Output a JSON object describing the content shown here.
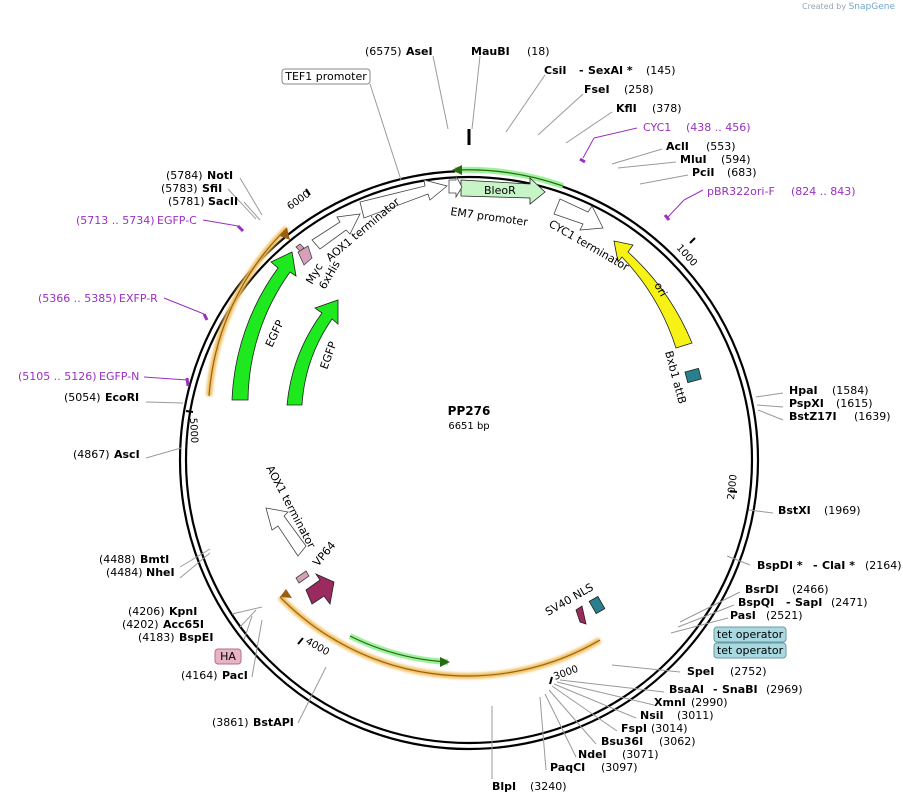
{
  "credit": {
    "prefix": "Created by",
    "brand": "SnapGene"
  },
  "plasmid": {
    "name": "PP276",
    "size": "6651 bp"
  },
  "ticks": [
    "1000",
    "2000",
    "3000",
    "4000",
    "5000",
    "6000"
  ],
  "features": [
    {
      "label": "TEF1 promoter",
      "boxed": true
    },
    {
      "label": "EM7 promoter"
    },
    {
      "label": "BleoR",
      "inside": true
    },
    {
      "label": "CYC1 terminator"
    },
    {
      "label": "ori",
      "inside": true
    },
    {
      "label": "Bxb1 attB"
    },
    {
      "label": "AOX1 terminator"
    },
    {
      "label": "6xHis"
    },
    {
      "label": "Myc"
    },
    {
      "label": "EGFP"
    },
    {
      "label": "EGFP"
    },
    {
      "label": "AOX1 terminator"
    },
    {
      "label": "VP64"
    },
    {
      "label": "SV40 NLS"
    },
    {
      "label": "HA",
      "boxed": true
    },
    {
      "label": "tet operator",
      "boxed": true
    },
    {
      "label": "tet operator",
      "boxed": true
    }
  ],
  "primers": [
    {
      "name": "CYC1",
      "range": "(438 .. 456)"
    },
    {
      "name": "pBR322ori-F",
      "range": "(824 .. 843)"
    },
    {
      "name": "EGFP-C",
      "range": "(5713 .. 5734)"
    },
    {
      "name": "EXFP-R",
      "range": "(5366 .. 5385)"
    },
    {
      "name": "EGFP-N",
      "range": "(5105 .. 5126)"
    }
  ],
  "sites": [
    {
      "name": "AseI",
      "pos": "(6575)"
    },
    {
      "name": "MauBI",
      "pos": "(18)"
    },
    {
      "name": "CsiI",
      "name2": "SexAI *",
      "pos": "(145)"
    },
    {
      "name": "FseI",
      "pos": "(258)"
    },
    {
      "name": "KflI",
      "pos": "(378)"
    },
    {
      "name": "AclI",
      "pos": "(553)"
    },
    {
      "name": "MluI",
      "pos": "(594)"
    },
    {
      "name": "PciI",
      "pos": "(683)"
    },
    {
      "name": "HpaI",
      "pos": "(1584)"
    },
    {
      "name": "PspXI",
      "pos": "(1615)"
    },
    {
      "name": "BstZ17I",
      "pos": "(1639)"
    },
    {
      "name": "BstXI",
      "pos": "(1969)"
    },
    {
      "name": "BspDI *",
      "name2": "ClaI *",
      "pos": "(2164)"
    },
    {
      "name": "BsrDI",
      "pos": "(2466)"
    },
    {
      "name": "BspQI",
      "name2": "SapI",
      "pos": "(2471)"
    },
    {
      "name": "PasI",
      "pos": "(2521)"
    },
    {
      "name": "SpeI",
      "pos": "(2752)"
    },
    {
      "name": "BsaAI",
      "name2": "SnaBI",
      "pos": "(2969)"
    },
    {
      "name": "XmnI",
      "pos": "(2990)"
    },
    {
      "name": "NsiI",
      "pos": "(3011)"
    },
    {
      "name": "FspI",
      "pos": "(3014)"
    },
    {
      "name": "Bsu36I",
      "pos": "(3062)"
    },
    {
      "name": "NdeI",
      "pos": "(3071)"
    },
    {
      "name": "PaqCI",
      "pos": "(3097)"
    },
    {
      "name": "BlpI",
      "pos": "(3240)"
    },
    {
      "name": "BstAPI",
      "pos": "(3861)"
    },
    {
      "name": "PacI",
      "pos": "(4164)"
    },
    {
      "name": "BspEI",
      "pos": "(4183)"
    },
    {
      "name": "Acc65I",
      "pos": "(4202)"
    },
    {
      "name": "KpnI",
      "pos": "(4206)"
    },
    {
      "name": "NheI",
      "pos": "(4484)"
    },
    {
      "name": "BmtI",
      "pos": "(4488)"
    },
    {
      "name": "AscI",
      "pos": "(4867)"
    },
    {
      "name": "EcoRI",
      "pos": "(5054)"
    },
    {
      "name": "SacII",
      "pos": "(5781)"
    },
    {
      "name": "SfiI",
      "pos": "(5783)"
    },
    {
      "name": "NotI",
      "pos": "(5784)"
    }
  ],
  "colors": {
    "egfp": "#1ee81e",
    "ori": "#f7f215",
    "bleor": "#c8f5c8",
    "attb": "#2a7f8e",
    "vp64": "#9b2a5e",
    "primer": "#9a2fc2",
    "orf": "#e0a030",
    "tet": "#a8d8e0",
    "ha": "#e8b4c4"
  }
}
